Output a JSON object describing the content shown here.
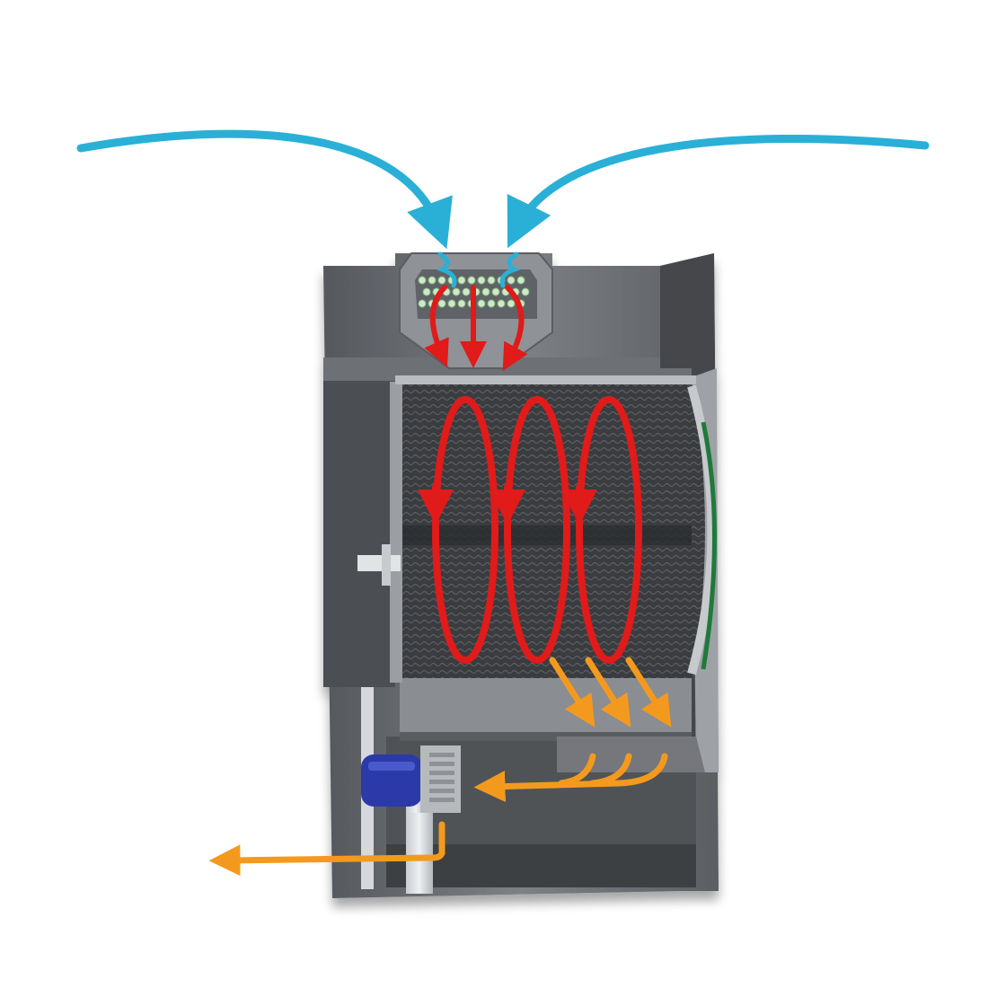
{
  "diagram": {
    "colors": {
      "intake_air": "#2ab0d6",
      "hot_air": "#e11a1a",
      "exhaust_air": "#f39a1e",
      "cabinet_dark": "#5b5e63",
      "cabinet_mid": "#7b7e83",
      "cabinet_light": "#a9acb0",
      "drum_mesh": "#3b3d40",
      "motor_blue": "#2b3aa8",
      "gasket_green": "#1f7a3a"
    },
    "components": [
      "intake-air-flow",
      "heater-coil-box",
      "drum",
      "circulating-hot-air",
      "lint-chamber",
      "blower-motor",
      "exhaust-air-flow"
    ],
    "hot_air_loops": 3,
    "exhaust_branches": 3
  }
}
